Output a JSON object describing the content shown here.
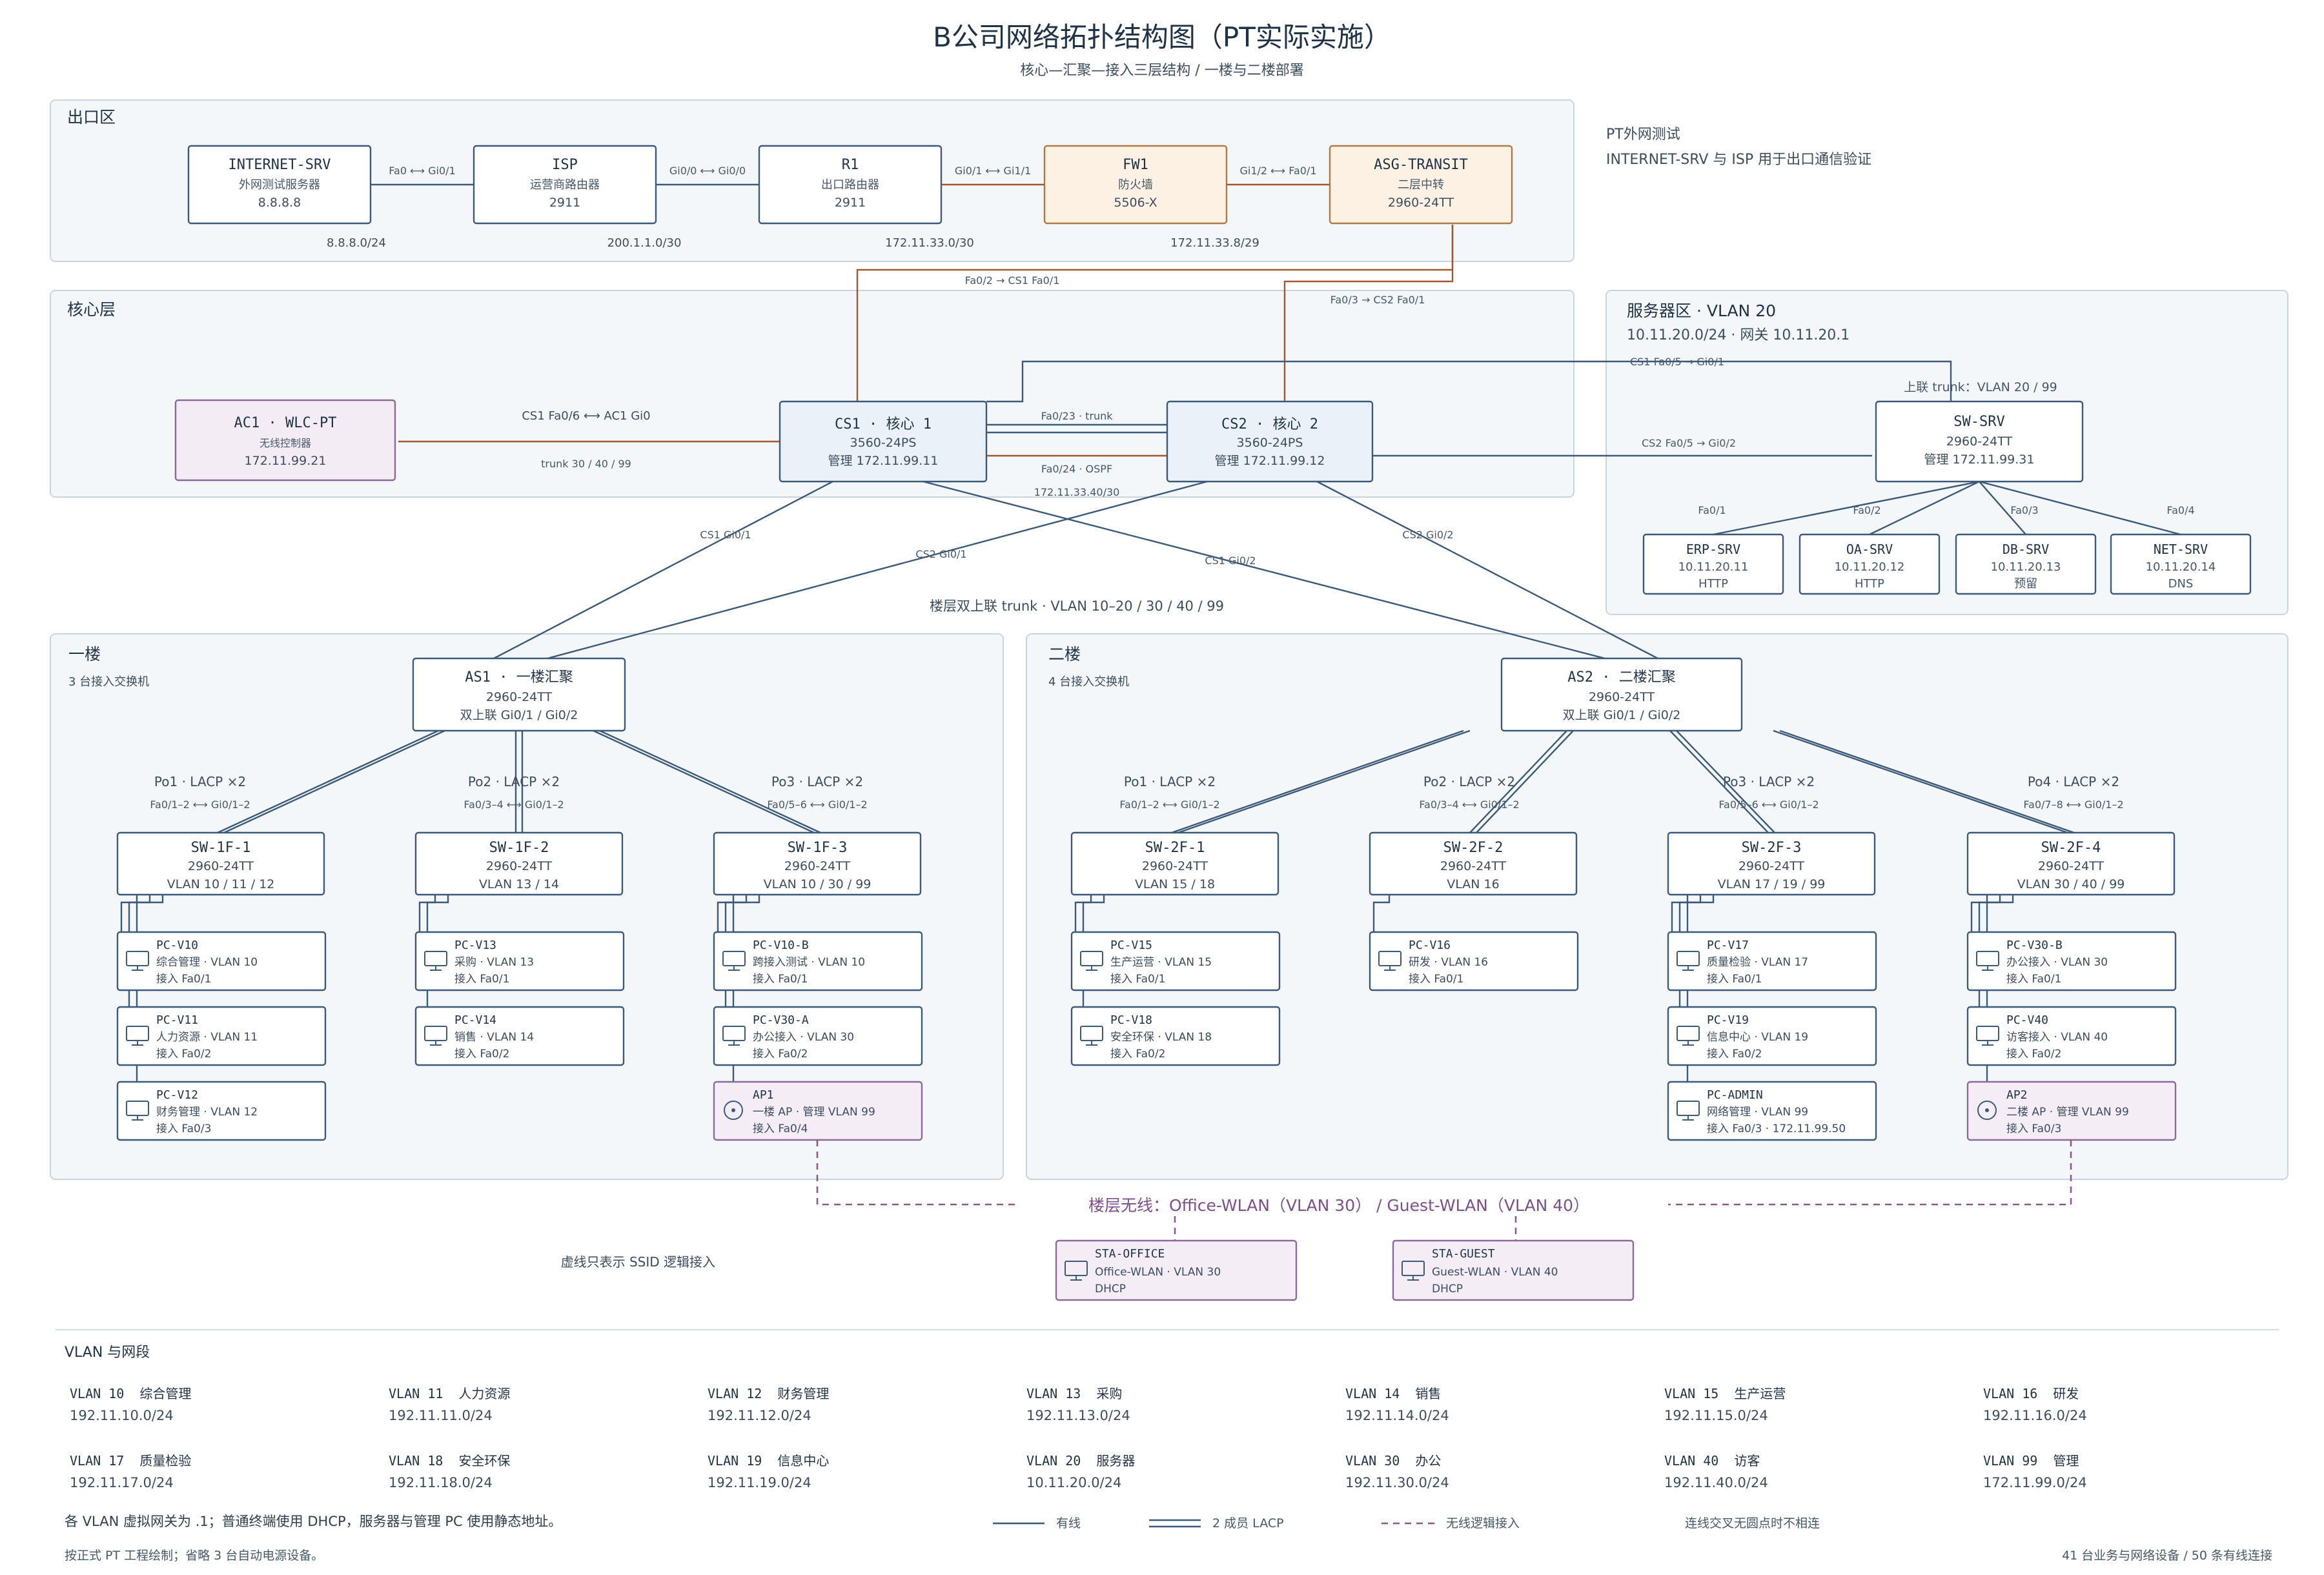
{
  "header": {
    "title": "B公司网络拓扑结构图（PT实际实施）",
    "subtitle": "核心—汇聚—接入三层结构 / 一楼与二楼部署"
  },
  "zones": {
    "exit": "出口区",
    "core": "核心层",
    "server": "服务器区 · VLAN 20",
    "server_sub": "10.11.20.0/24 · 网关 10.11.20.1",
    "floor1": "一楼",
    "floor1_sub": "3 台接入交换机",
    "floor2": "二楼",
    "floor2_sub": "4 台接入交换机"
  },
  "notes": {
    "pt_test_title": "PT外网测试",
    "pt_test_body": "INTERNET-SRV 与 ISP 用于出口通信验证",
    "floor_uplink": "楼层双上联 trunk · VLAN 10–20 / 30 / 40 / 99",
    "wireless": "楼层无线：Office-WLAN（VLAN 30） / Guest-WLAN（VLAN 40）",
    "dashed_note": "虚线只表示 SSID 逻辑接入",
    "gateway_note": "各 VLAN 虚拟网关为 .1；普通终端使用 DHCP，服务器与管理 PC 使用静态地址。",
    "pt_note": "按正式 PT 工程绘制；省略 3 台自动电源设备。",
    "cross_note": "连线交叉无圆点时不相连",
    "count_note": "41 台业务与网络设备 / 50 条有线连接"
  },
  "legend": {
    "wired": "有线",
    "lacp": "2 成员 LACP",
    "wireless": "无线逻辑接入"
  },
  "exit_nodes": [
    {
      "name": "INTERNET-SRV",
      "sub": "外网测试服务器",
      "ip": "8.8.8.8"
    },
    {
      "name": "ISP",
      "sub": "运营商路由器",
      "ip": "2911"
    },
    {
      "name": "R1",
      "sub": "出口路由器",
      "ip": "2911"
    },
    {
      "name": "FW1",
      "sub": "防火墙",
      "ip": "5506-X"
    },
    {
      "name": "ASG-TRANSIT",
      "sub": "二层中转",
      "ip": "2960-24TT"
    }
  ],
  "exit_links": [
    {
      "port": "Fa0 ⟷ Gi0/1",
      "net": "8.8.8.0/24"
    },
    {
      "port": "Gi0/0 ⟷ Gi0/0",
      "net": "200.1.1.0/30"
    },
    {
      "port": "Gi0/1 ⟷ Gi1/1",
      "net": "172.11.33.0/30"
    },
    {
      "port": "Gi1/2 ⟷ Fa0/1",
      "net": "172.11.33.8/29"
    }
  ],
  "core": {
    "ac1": {
      "name": "AC1 · WLC-PT",
      "sub": "无线控制器",
      "ip": "172.11.99.21"
    },
    "cs1": {
      "name": "CS1 · 核心 1",
      "sub": "3560-24PS",
      "ip": "管理 172.11.99.11"
    },
    "cs2": {
      "name": "CS2 · 核心 2",
      "sub": "3560-24PS",
      "ip": "管理 172.11.99.12"
    },
    "lbl_ac": "CS1 Fa0/6 ⟷ AC1 Gi0",
    "lbl_ac_trunk": "trunk 30 / 40 / 99",
    "lbl_fa02": "Fa0/2 → CS1 Fa0/1",
    "lbl_fa03": "Fa0/3 → CS2 Fa0/1",
    "lbl_trunk": "Fa0/23 · trunk",
    "lbl_ospf": "Fa0/24 · OSPF",
    "lbl_ospf_net": "172.11.33.40/30",
    "lbl_cs1_srv": "CS1 Fa0/5 → Gi0/1",
    "lbl_cs2_srv": "CS2 Fa0/5 → Gi0/2",
    "lbl_cs1_gi01": "CS1 Gi0/1",
    "lbl_cs2_gi01": "CS2 Gi0/1",
    "lbl_cs1_gi02": "CS1 Gi0/2",
    "lbl_cs2_gi02": "CS2 Gi0/2"
  },
  "server": {
    "sw": {
      "name": "SW-SRV",
      "sub": "2960-24TT",
      "ip": "管理 172.11.99.31"
    },
    "uplink": "上联 trunk：VLAN 20 / 99",
    "items": [
      {
        "port": "Fa0/1",
        "name": "ERP-SRV",
        "ip": "10.11.20.11",
        "svc": "HTTP"
      },
      {
        "port": "Fa0/2",
        "name": "OA-SRV",
        "ip": "10.11.20.12",
        "svc": "HTTP"
      },
      {
        "port": "Fa0/3",
        "name": "DB-SRV",
        "ip": "10.11.20.13",
        "svc": "预留"
      },
      {
        "port": "Fa0/4",
        "name": "NET-SRV",
        "ip": "10.11.20.14",
        "svc": "DNS"
      }
    ]
  },
  "as1": {
    "name": "AS1 · 一楼汇聚",
    "sub": "2960-24TT",
    "up": "双上联 Gi0/1 / Gi0/2"
  },
  "as2": {
    "name": "AS2 · 二楼汇聚",
    "sub": "2960-24TT",
    "up": "双上联 Gi0/1 / Gi0/2"
  },
  "floor1_sw": [
    {
      "po": "Po1 · LACP ×2",
      "ports": "Fa0/1–2 ⟷ Gi0/1–2",
      "name": "SW-1F-1",
      "sub": "2960-24TT",
      "vlan": "VLAN 10 / 11 / 12",
      "pcs": [
        {
          "name": "PC-V10",
          "d": "综合管理 · VLAN 10",
          "p": "接入 Fa0/1"
        },
        {
          "name": "PC-V11",
          "d": "人力资源 · VLAN 11",
          "p": "接入 Fa0/2"
        },
        {
          "name": "PC-V12",
          "d": "财务管理 · VLAN 12",
          "p": "接入 Fa0/3"
        }
      ]
    },
    {
      "po": "Po2 · LACP ×2",
      "ports": "Fa0/3–4 ⟷ Gi0/1–2",
      "name": "SW-1F-2",
      "sub": "2960-24TT",
      "vlan": "VLAN 13 / 14",
      "pcs": [
        {
          "name": "PC-V13",
          "d": "采购 · VLAN 13",
          "p": "接入 Fa0/1"
        },
        {
          "name": "PC-V14",
          "d": "销售 · VLAN 14",
          "p": "接入 Fa0/2"
        }
      ]
    },
    {
      "po": "Po3 · LACP ×2",
      "ports": "Fa0/5–6 ⟷ Gi0/1–2",
      "name": "SW-1F-3",
      "sub": "2960-24TT",
      "vlan": "VLAN 10 / 30 / 99",
      "pcs": [
        {
          "name": "PC-V10-B",
          "d": "跨接入测试 · VLAN 10",
          "p": "接入 Fa0/1"
        },
        {
          "name": "PC-V30-A",
          "d": "办公接入 · VLAN 30",
          "p": "接入 Fa0/2"
        },
        {
          "name": "AP1",
          "d": "一楼 AP · 管理 VLAN 99",
          "p": "接入 Fa0/4",
          "ap": true
        }
      ]
    }
  ],
  "floor2_sw": [
    {
      "po": "Po1 · LACP ×2",
      "ports": "Fa0/1–2 ⟷ Gi0/1–2",
      "name": "SW-2F-1",
      "sub": "2960-24TT",
      "vlan": "VLAN 15 / 18",
      "pcs": [
        {
          "name": "PC-V15",
          "d": "生产运营 · VLAN 15",
          "p": "接入 Fa0/1"
        },
        {
          "name": "PC-V18",
          "d": "安全环保 · VLAN 18",
          "p": "接入 Fa0/2"
        }
      ]
    },
    {
      "po": "Po2 · LACP ×2",
      "ports": "Fa0/3–4 ⟷ Gi0/1–2",
      "name": "SW-2F-2",
      "sub": "2960-24TT",
      "vlan": "VLAN 16",
      "pcs": [
        {
          "name": "PC-V16",
          "d": "研发 · VLAN 16",
          "p": "接入 Fa0/1"
        }
      ]
    },
    {
      "po": "Po3 · LACP ×2",
      "ports": "Fa0/5–6 ⟷ Gi0/1–2",
      "name": "SW-2F-3",
      "sub": "2960-24TT",
      "vlan": "VLAN 17 / 19 / 99",
      "pcs": [
        {
          "name": "PC-V17",
          "d": "质量检验 · VLAN 17",
          "p": "接入 Fa0/1"
        },
        {
          "name": "PC-V19",
          "d": "信息中心 · VLAN 19",
          "p": "接入 Fa0/2"
        },
        {
          "name": "PC-ADMIN",
          "d": "网络管理 · VLAN 99",
          "p": "接入 Fa0/3 · 172.11.99.50"
        }
      ]
    },
    {
      "po": "Po4 · LACP ×2",
      "ports": "Fa0/7–8 ⟷ Gi0/1–2",
      "name": "SW-2F-4",
      "sub": "2960-24TT",
      "vlan": "VLAN 30 / 40 / 99",
      "pcs": [
        {
          "name": "PC-V30-B",
          "d": "办公接入 · VLAN 30",
          "p": "接入 Fa0/1"
        },
        {
          "name": "PC-V40",
          "d": "访客接入 · VLAN 40",
          "p": "接入 Fa0/2"
        },
        {
          "name": "AP2",
          "d": "二楼 AP · 管理 VLAN 99",
          "p": "接入 Fa0/3",
          "ap": true
        }
      ]
    }
  ],
  "stations": [
    {
      "name": "STA-OFFICE",
      "d": "Office-WLAN · VLAN 30",
      "p": "DHCP"
    },
    {
      "name": "STA-GUEST",
      "d": "Guest-WLAN · VLAN 40",
      "p": "DHCP"
    }
  ],
  "vlan_table": {
    "title": "VLAN 与网段",
    "rows": [
      [
        {
          "v": "VLAN 10  综合管理",
          "n": "192.11.10.0/24"
        },
        {
          "v": "VLAN 11  人力资源",
          "n": "192.11.11.0/24"
        },
        {
          "v": "VLAN 12  财务管理",
          "n": "192.11.12.0/24"
        },
        {
          "v": "VLAN 13  采购",
          "n": "192.11.13.0/24"
        },
        {
          "v": "VLAN 14  销售",
          "n": "192.11.14.0/24"
        },
        {
          "v": "VLAN 15  生产运营",
          "n": "192.11.15.0/24"
        },
        {
          "v": "VLAN 16  研发",
          "n": "192.11.16.0/24"
        }
      ],
      [
        {
          "v": "VLAN 17  质量检验",
          "n": "192.11.17.0/24"
        },
        {
          "v": "VLAN 18  安全环保",
          "n": "192.11.18.0/24"
        },
        {
          "v": "VLAN 19  信息中心",
          "n": "192.11.19.0/24"
        },
        {
          "v": "VLAN 20  服务器",
          "n": "10.11.20.0/24"
        },
        {
          "v": "VLAN 30  办公",
          "n": "192.11.30.0/24"
        },
        {
          "v": "VLAN 40  访客",
          "n": "192.11.40.0/24"
        },
        {
          "v": "VLAN 99  管理",
          "n": "172.11.99.0/24"
        }
      ]
    ]
  }
}
